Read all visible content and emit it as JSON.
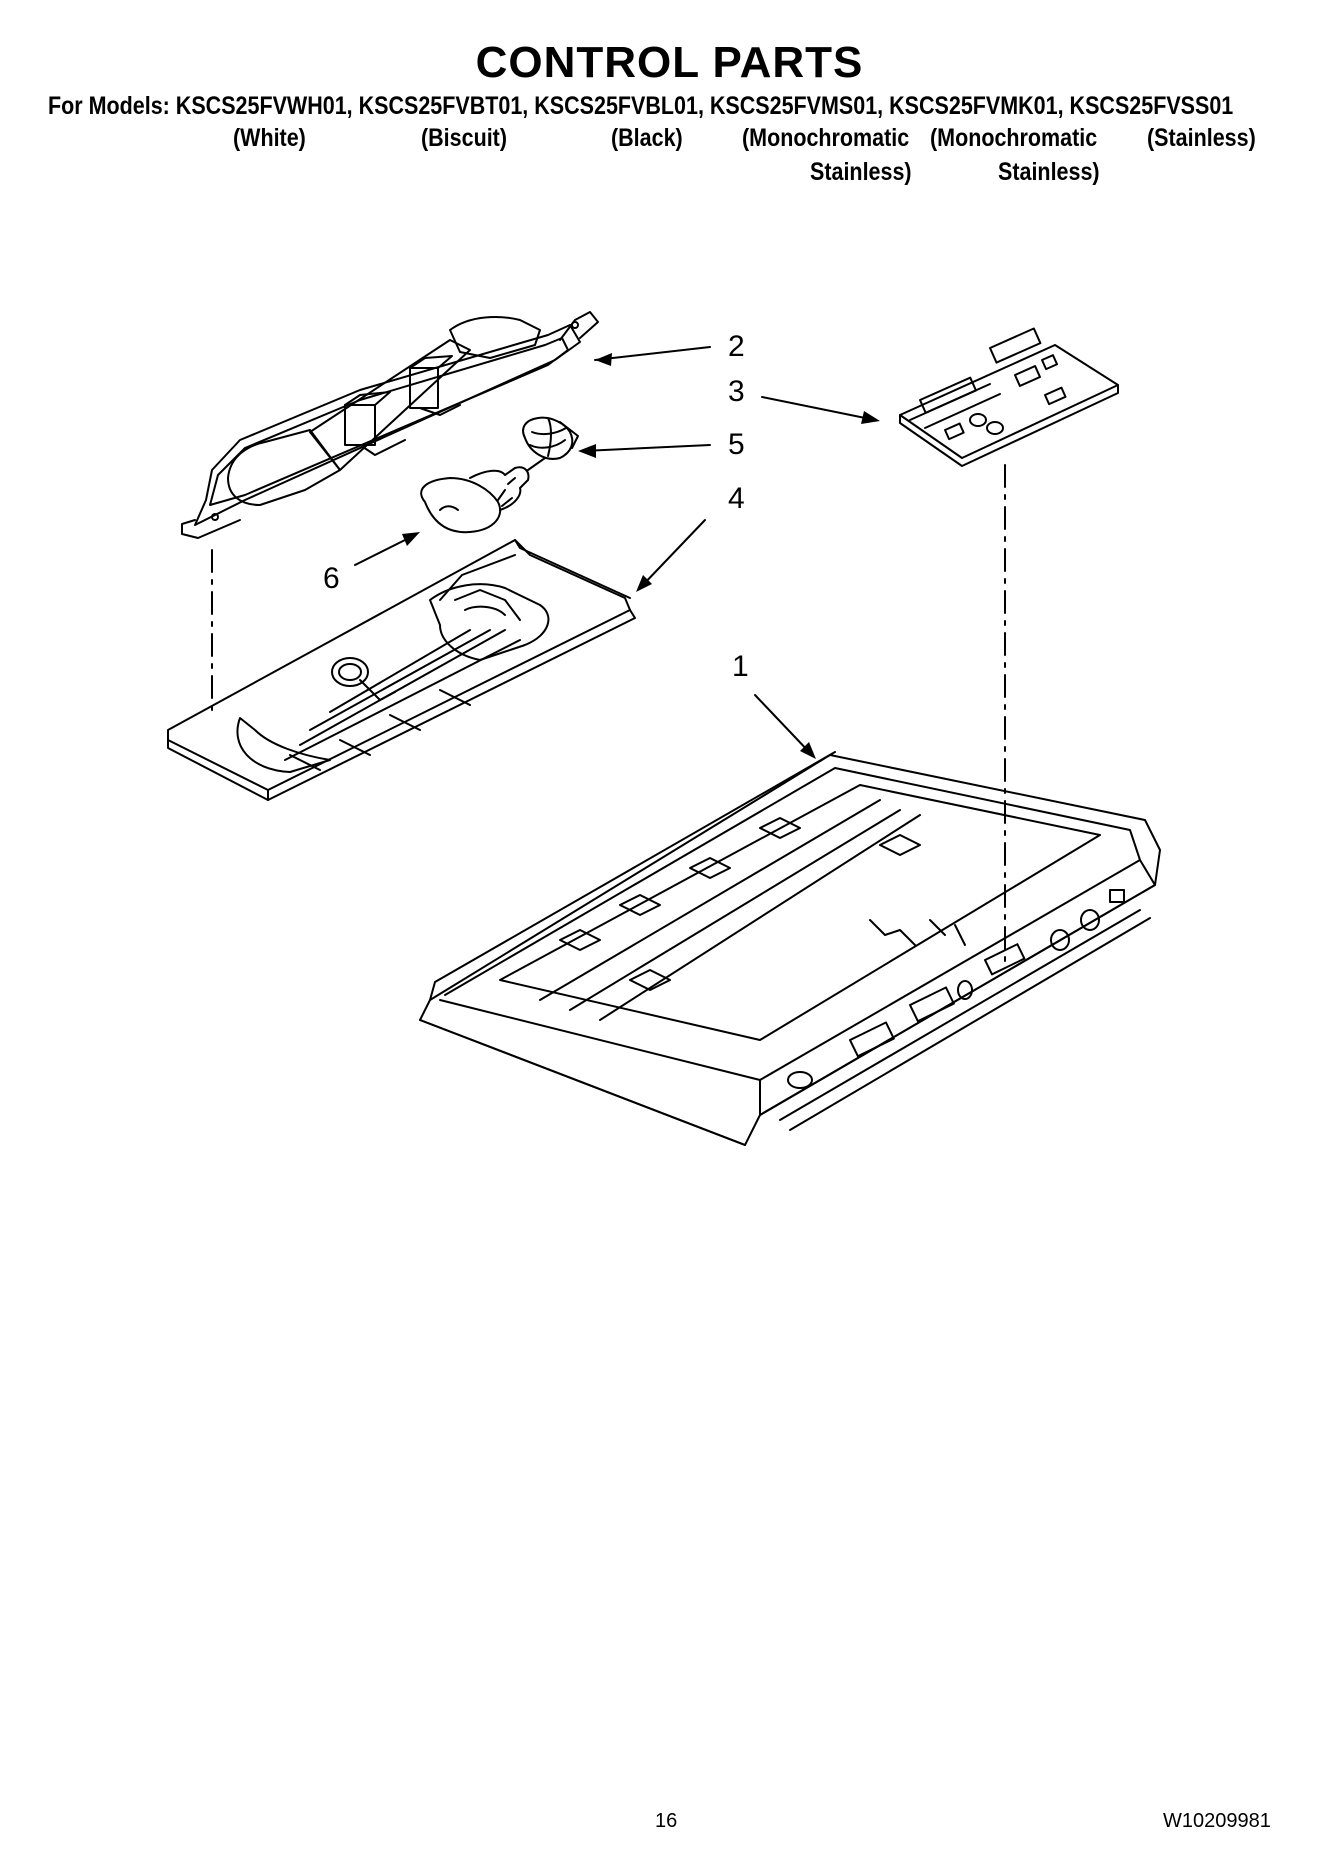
{
  "header": {
    "title": "CONTROL PARTS",
    "models_line": "For Models: KSCS25FVWH01, KSCS25FVBT01, KSCS25FVBL01, KSCS25FVMS01, KSCS25FVMK01, KSCS25FVSS01",
    "variants": [
      {
        "line1": "(White)",
        "line2": ""
      },
      {
        "line1": "(Biscuit)",
        "line2": ""
      },
      {
        "line1": "(Black)",
        "line2": ""
      },
      {
        "line1": "(Monochromatic",
        "line2": "Stainless)"
      },
      {
        "line1": "(Monochromatic",
        "line2": "Stainless)"
      },
      {
        "line1": "(Stainless)",
        "line2": ""
      }
    ]
  },
  "callouts": [
    "1",
    "2",
    "3",
    "4",
    "5",
    "6"
  ],
  "footer": {
    "page_number": "16",
    "document_number": "W10209981"
  }
}
